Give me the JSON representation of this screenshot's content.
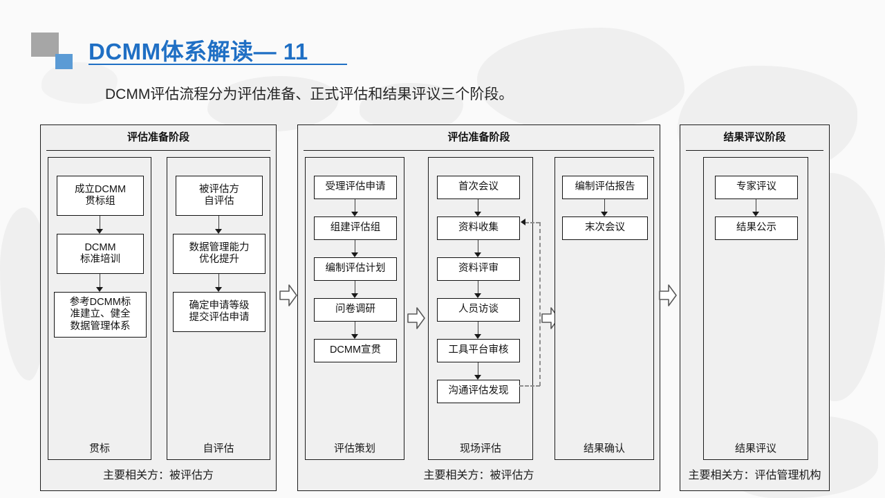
{
  "slide": {
    "title": "DCMM体系解读— 11",
    "subtitle": "DCMM评估流程分为评估准备、正式评估和结果评议三个阶段。",
    "accent_color": "#1f6fc4",
    "marker_gray": "#a6a6a6",
    "marker_blue": "#5b9bd5"
  },
  "diagram": {
    "panels": [
      {
        "header": "评估准备阶段",
        "footer": "主要相关方：被评估方",
        "lanes": [
          {
            "label": "贯标",
            "nodes": [
              "成立DCMM\n贯标组",
              "DCMM\n标准培训",
              "参考DCMM标\n准建立、健全\n数据管理体系"
            ]
          },
          {
            "label": "自评估",
            "nodes": [
              "被评估方\n自评估",
              "数据管理能力\n优化提升",
              "确定申请等级\n提交评估申请"
            ]
          }
        ]
      },
      {
        "header": "评估准备阶段",
        "footer": "主要相关方：被评估方",
        "lanes": [
          {
            "label": "评估策划",
            "nodes": [
              "受理评估申请",
              "组建评估组",
              "编制评估计划",
              "问卷调研",
              "DCMM宣贯"
            ]
          },
          {
            "label": "现场评估",
            "nodes": [
              "首次会议",
              "资料收集",
              "资料评审",
              "人员访谈",
              "工具平台审核",
              "沟通评估发现"
            ],
            "feedback": {
              "from": "沟通评估发现",
              "to": "资料收集"
            }
          },
          {
            "label": "结果确认",
            "nodes": [
              "编制评估报告",
              "末次会议"
            ]
          }
        ]
      },
      {
        "header": "结果评议阶段",
        "footer": "主要相关方：评估管理机构",
        "lanes": [
          {
            "label": "结果评议",
            "nodes": [
              "专家评议",
              "结果公示"
            ]
          }
        ]
      }
    ],
    "connectors": [
      "block-arrow-right",
      "block-arrow-right",
      "block-arrow-right",
      "block-arrow-right"
    ]
  }
}
